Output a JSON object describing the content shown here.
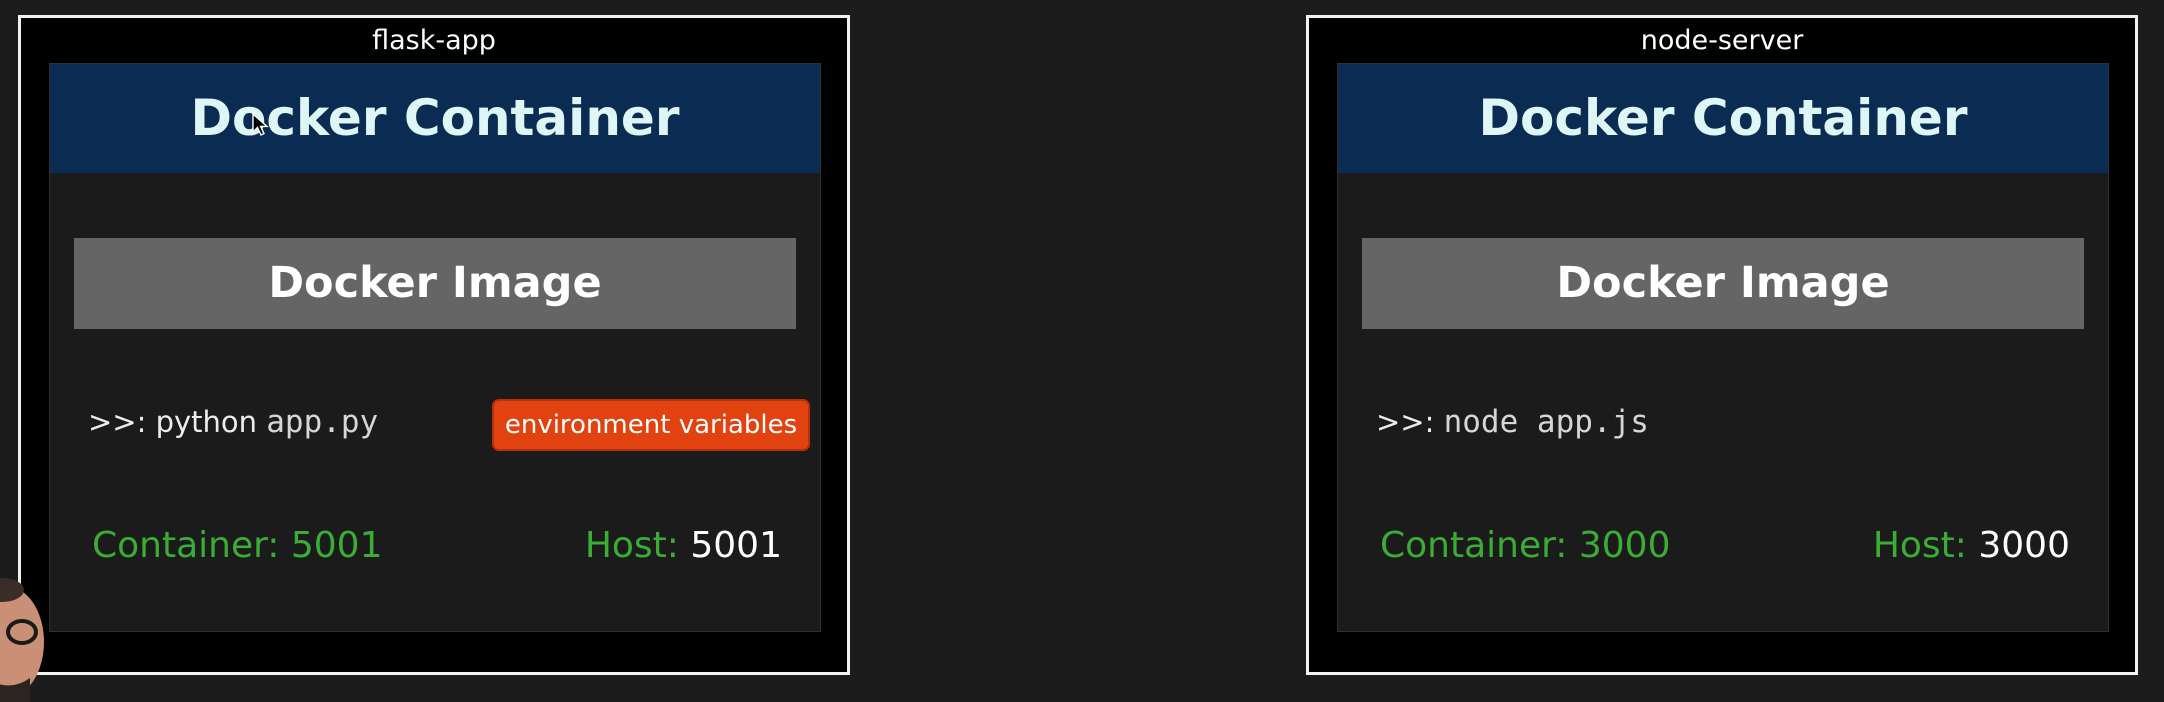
{
  "panels": [
    {
      "title": "flask-app",
      "container_label": "Docker Container",
      "image_label": "Docker Image",
      "command_prefix": ">>: python",
      "command_file": "app.py",
      "env_badge": "environment variables",
      "container_port_label": "Container: 5001",
      "host_label": "Host:",
      "host_port": "5001"
    },
    {
      "title": "node-server",
      "container_label": "Docker Container",
      "image_label": "Docker Image",
      "command_prefix": ">>:",
      "command_file": "node app.js",
      "container_port_label": "Container: 3000",
      "host_label": "Host:",
      "host_port": "3000"
    }
  ],
  "colors": {
    "container_header": "#0a2c53",
    "image_box": "#656565",
    "env_badge": "#e2420f",
    "port_green": "#3aad34"
  }
}
